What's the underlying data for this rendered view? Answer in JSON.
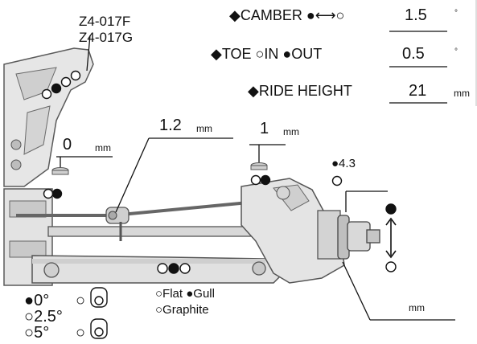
{
  "parts": {
    "code_f": "Z4-017F",
    "code_g": "Z4-017G"
  },
  "settings": {
    "camber_label": "◆CAMBER ●⟷○",
    "camber_value": "1.5",
    "camber_unit": "°",
    "toe_label": "◆TOE ○IN ●OUT",
    "toe_value": "0.5",
    "toe_unit": "°",
    "ride_label": "◆RIDE HEIGHT",
    "ride_value": "21",
    "ride_unit": "mm"
  },
  "callouts": {
    "left_shim": "0",
    "left_shim_unit": "mm",
    "link_shim": "1.2",
    "link_shim_unit": "mm",
    "hub_shim": "1",
    "hub_shim_unit": "mm",
    "axle_value": "●4.3",
    "bottom_unit": "mm"
  },
  "options": {
    "flat_gull": "○Flat ●Gull",
    "graphite": "○Graphite",
    "angle_0": "●0°",
    "angle_25": "○2.5°",
    "angle_5": "○5°"
  }
}
